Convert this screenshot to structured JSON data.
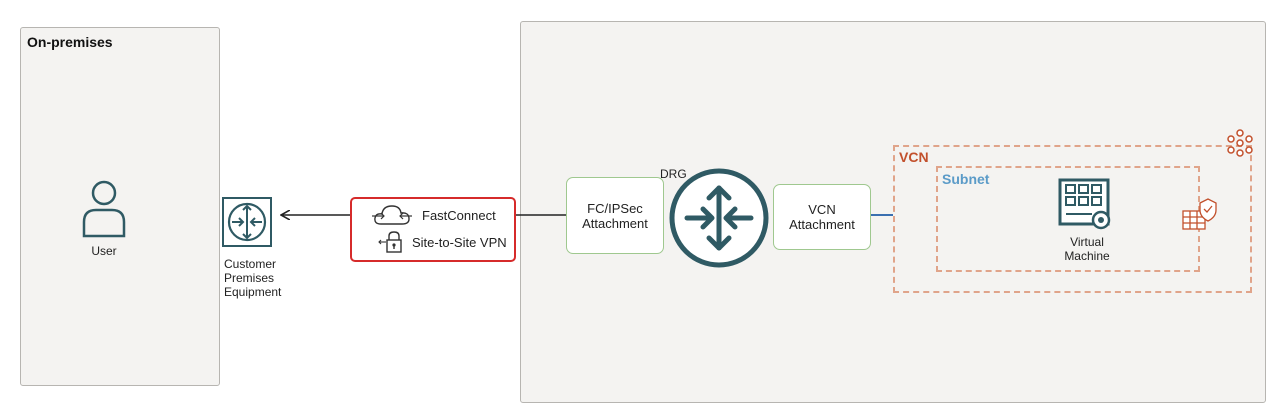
{
  "onprem": {
    "title": "On-premises",
    "user_label": "User",
    "cpe_label_lines": [
      "Customer",
      "Premises",
      "Equipment"
    ]
  },
  "connectivity": {
    "fastconnect_label": "FastConnect",
    "vpn_label": "Site-to-Site VPN"
  },
  "cloud": {
    "drg_label": "DRG",
    "fc_attachment_lines": [
      "FC/IPSec",
      "Attachment"
    ],
    "vcn_attachment_lines": [
      "VCN",
      "Attachment"
    ],
    "vcn_title": "VCN",
    "subnet_title": "Subnet",
    "vm_label_lines": [
      "Virtual",
      "Machine"
    ]
  },
  "colors": {
    "teal": "#2f5a64",
    "red_border": "#d62b2b",
    "dashed_orange": "#e0a48a",
    "vcn_text": "#c2502c",
    "subnet_text": "#5b9bc8",
    "attachment_border": "#9fc88f"
  },
  "icons": [
    "user-icon",
    "router-icon",
    "cloud-icon",
    "lock-icon",
    "drg-icon",
    "vm-icon",
    "security-list-icon",
    "vcn-mesh-icon"
  ]
}
